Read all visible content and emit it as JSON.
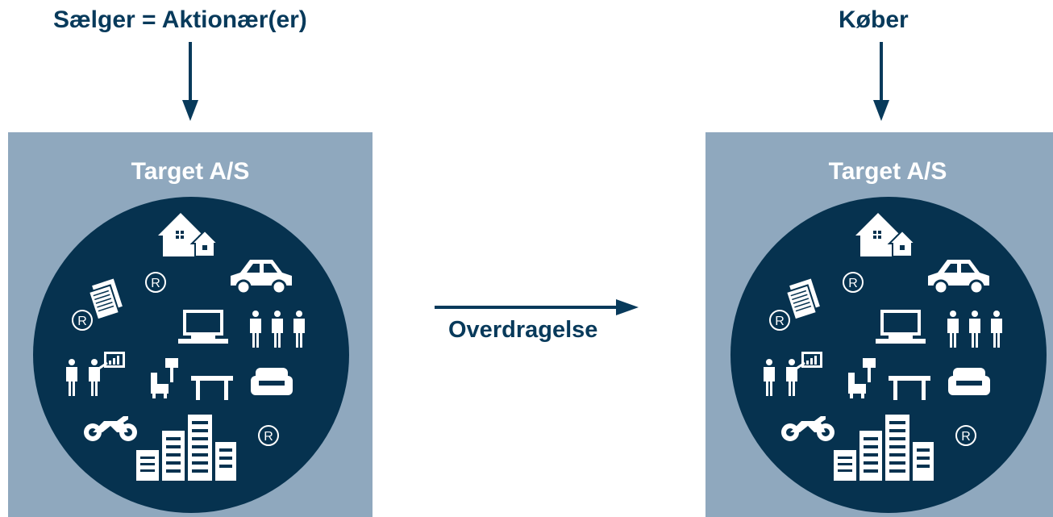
{
  "seller": {
    "label": "Sælger = Aktionær(er)"
  },
  "buyer": {
    "label": "Køber"
  },
  "left_box": {
    "title": "Target A/S"
  },
  "right_box": {
    "title": "Target A/S"
  },
  "transfer": {
    "label": "Overdragelse"
  },
  "colors": {
    "dark_navy": "#06324f",
    "box_blue": "#8fa8be",
    "text_navy": "#083a5b",
    "white": "#ffffff"
  },
  "icons": [
    "documents-icon",
    "house-icon",
    "car-icon",
    "registered-trademark-icon",
    "monitor-icon",
    "people-icon",
    "presenter-icon",
    "armchair-icon",
    "table-icon",
    "sofa-icon",
    "motorcycle-icon",
    "buildings-icon"
  ]
}
